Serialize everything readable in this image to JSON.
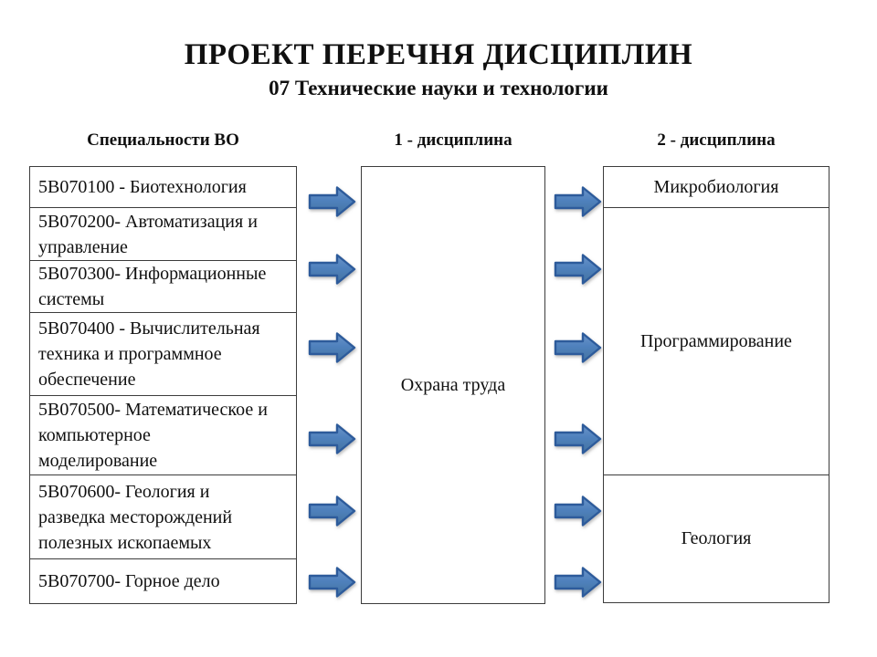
{
  "title": "ПРОЕКТ ПЕРЕЧНЯ ДИСЦИПЛИН",
  "subtitle": "07 Технические науки и технологии",
  "headers": {
    "specialties": "Специальности ВО",
    "discipline1": "1 - дисциплина",
    "discipline2": "2 - дисциплина"
  },
  "specialties": [
    "5В070100 - Биотехнология",
    "5В070200- Автоматизация и\nуправление",
    "5В070300- Информационные\nсистемы",
    "5В070400 - Вычислительная\nтехника и программное\nобеспечение",
    "5В070500- Математическое и\nкомпьютерное\nмоделирование",
    "5В070600- Геология и\nразведка месторождений\nполезных ископаемых",
    "5В070700- Горное дело"
  ],
  "discipline1": "Охрана труда",
  "discipline2": [
    "Микробиология",
    "Программирование",
    "Геология"
  ],
  "colors": {
    "arrow_fill_top": "#6b94c8",
    "arrow_fill_bottom": "#44739f",
    "arrow_border": "#2d5b9b",
    "box_border": "#3c3c3c"
  }
}
